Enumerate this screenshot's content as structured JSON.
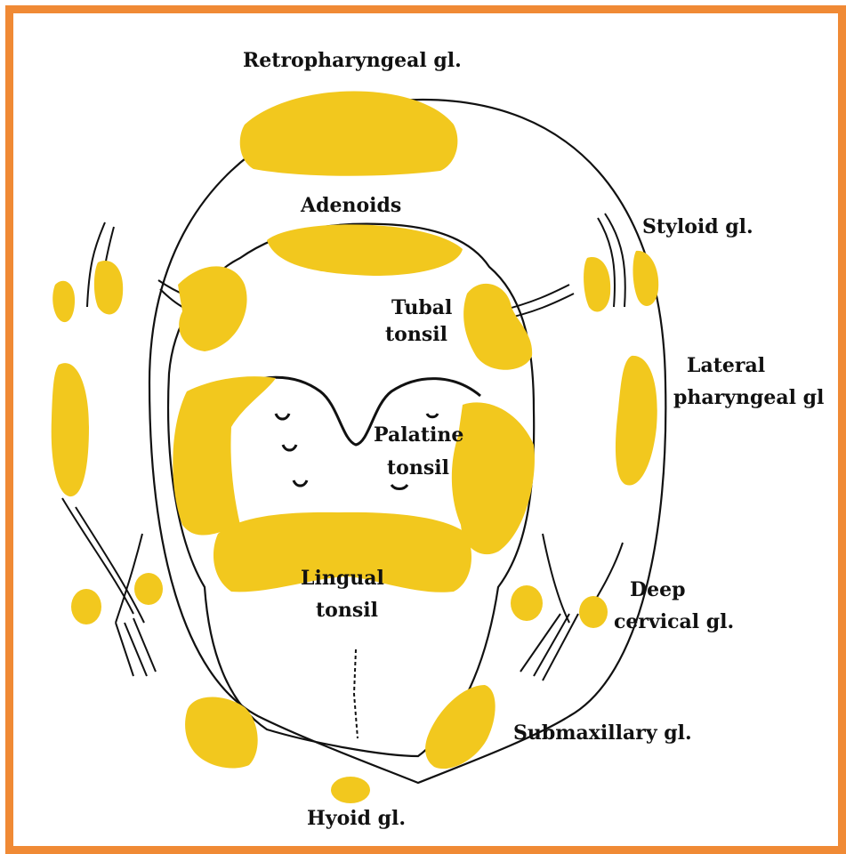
{
  "colors": {
    "border": "#f08a35",
    "lymphoid_tissue": "#f2c81e",
    "ink": "#111111",
    "background": "#ffffff"
  },
  "labels": {
    "retropharyngeal": "Retropharyngeal gl.",
    "adenoids": "Adenoids",
    "styloid": "Styloid gl.",
    "tubal_1": "Tubal",
    "tubal_2": "tonsil",
    "lateral_1": "Lateral",
    "lateral_2": "pharyngeal gl",
    "palatine_1": "Palatine",
    "palatine_2": "tonsil",
    "lingual_1": "Lingual",
    "lingual_2": "tonsil",
    "deep_1": "Deep",
    "deep_2": "cervical gl.",
    "submaxillary": "Submaxillary gl.",
    "hyoid": "Hyoid gl."
  }
}
